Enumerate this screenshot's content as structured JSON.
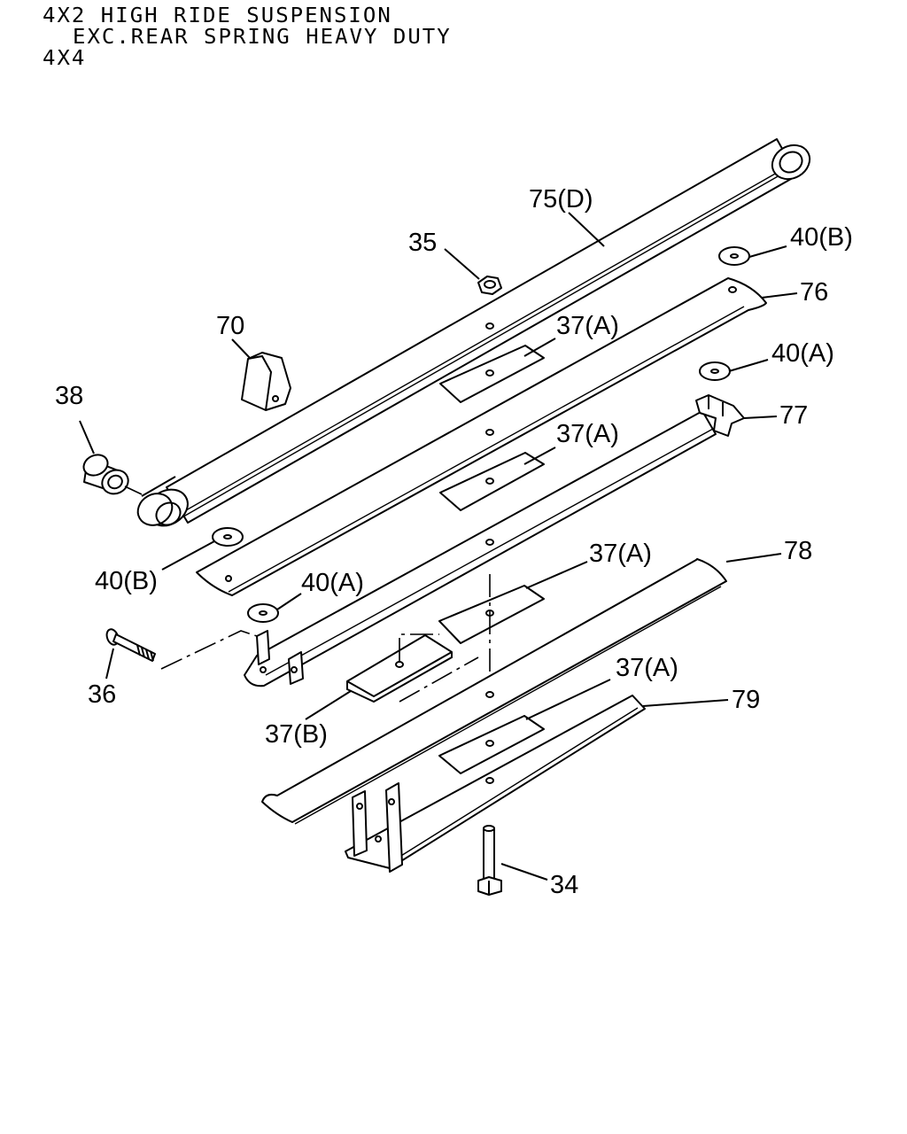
{
  "header": {
    "line1": "4X2 HIGH RIDE SUSPENSION",
    "line2": "EXC.REAR SPRING HEAVY DUTY",
    "line3": "4X4"
  },
  "callouts": {
    "c75": "75(D)",
    "c35": "35",
    "c40b_top": "40(B)",
    "c76": "76",
    "c70": "70",
    "c37a_1": "37(A)",
    "c40a_top": "40(A)",
    "c38": "38",
    "c37a_2": "37(A)",
    "c77": "77",
    "c78": "78",
    "c37a_3": "37(A)",
    "c40b_left": "40(B)",
    "c40a_left": "40(A)",
    "c37a_4": "37(A)",
    "c79": "79",
    "c36": "36",
    "c37b": "37(B)",
    "c34": "34"
  }
}
